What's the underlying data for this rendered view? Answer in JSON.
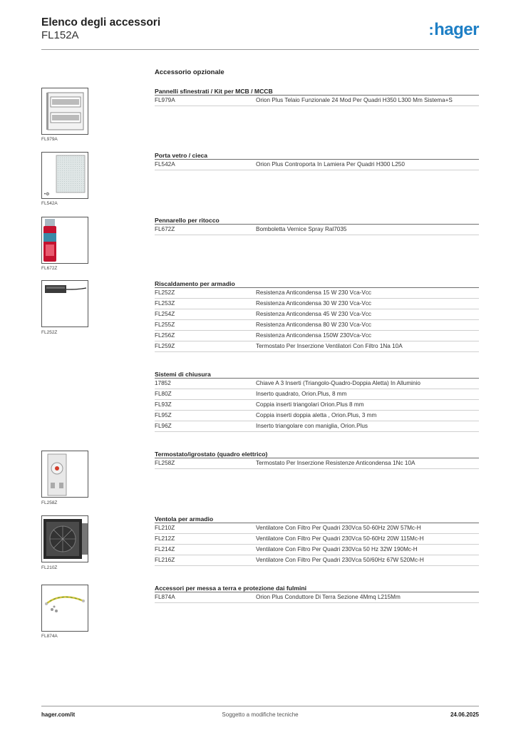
{
  "header": {
    "title": "Elenco degli accessori",
    "subtitle": "FL152A",
    "logo_text": "hager",
    "logo_color": "#1e7fc5"
  },
  "section_label": "Accessorio opzionale",
  "groups": [
    {
      "title": "Pannelli sfinestrati / Kit per MCB / MCCB",
      "image_caption": "FL979A",
      "rows": [
        {
          "code": "FL979A",
          "desc": "Orion Plus Telaio Funzionale 24 Mod Per Quadri H350 L300 Mm Sistema+S"
        }
      ]
    },
    {
      "title": "Porta vetro / cieca",
      "image_caption": "FL542A",
      "rows": [
        {
          "code": "FL542A",
          "desc": "Orion Plus Controporta In Lamiera Per Quadri H300 L250"
        }
      ]
    },
    {
      "title": "Pennarello per ritocco",
      "image_caption": "FL672Z",
      "rows": [
        {
          "code": "FL672Z",
          "desc": "Bomboletta Vernice Spray Ral7035"
        }
      ]
    },
    {
      "title": "Riscaldamento per armadio",
      "image_caption": "FL252Z",
      "rows": [
        {
          "code": "FL252Z",
          "desc": "Resistenza Anticondensa 15 W 230 Vca-Vcc"
        },
        {
          "code": "FL253Z",
          "desc": "Resistenza Anticondensa 30 W 230 Vca-Vcc"
        },
        {
          "code": "FL254Z",
          "desc": "Resistenza Anticondensa 45 W 230 Vca-Vcc"
        },
        {
          "code": "FL255Z",
          "desc": "Resistenza Anticondensa 80 W 230 Vca-Vcc"
        },
        {
          "code": "FL256Z",
          "desc": "Resistenza Anticondensa 150W 230Vca-Vcc"
        },
        {
          "code": "FL259Z",
          "desc": "Termostato Per Inserzione Ventilatori Con Filtro 1Na 10A"
        }
      ]
    },
    {
      "title": "Sistemi di chiusura",
      "image_caption": "",
      "rows": [
        {
          "code": "17852",
          "desc": "Chiave A 3 Inserti (Triangolo-Quadro-Doppia Aletta) In Alluminio"
        },
        {
          "code": "FL80Z",
          "desc": "Inserto quadrato, Orion.Plus, 8 mm"
        },
        {
          "code": "FL93Z",
          "desc": "Coppia inserti triangolari Orion.Plus 8 mm"
        },
        {
          "code": "FL95Z",
          "desc": "Coppia inserti doppia aletta , Orion.Plus, 3 mm"
        },
        {
          "code": "FL96Z",
          "desc": "Inserto triangolare con maniglia, Orion.Plus"
        }
      ]
    },
    {
      "title": "Termostato/igrostato (quadro elettrico)",
      "image_caption": "FL258Z",
      "rows": [
        {
          "code": "FL258Z",
          "desc": "Termostato Per Inserzione Resistenze Anticondensa 1Nc 10A"
        }
      ]
    },
    {
      "title": "Ventola per armadio",
      "image_caption": "FL210Z",
      "rows": [
        {
          "code": "FL210Z",
          "desc": "Ventilatore Con Filtro Per Quadri 230Vca 50-60Hz 20W 57Mc-H"
        },
        {
          "code": "FL212Z",
          "desc": "Ventilatore Con Filtro Per Quadri 230Vca 50-60Hz 20W 115Mc-H"
        },
        {
          "code": "FL214Z",
          "desc": "Ventilatore Con Filtro Per Quadri 230Vca 50 Hz 32W 190Mc-H"
        },
        {
          "code": "FL216Z",
          "desc": "Ventilatore Con Filtro Per Quadri 230Vca 50/60Hz 67W 520Mc-H"
        }
      ]
    },
    {
      "title": "Accessori per messa a terra e protezione dai fulmini",
      "image_caption": "FL874A",
      "rows": [
        {
          "code": "FL874A",
          "desc": "Orion Plus Conduttore Di Terra Sezione 4Mmq L215Mm"
        }
      ]
    }
  ],
  "footer": {
    "left": "hager.com/it",
    "center": "Soggetto a modifiche tecniche",
    "right": "24.06.2025"
  }
}
